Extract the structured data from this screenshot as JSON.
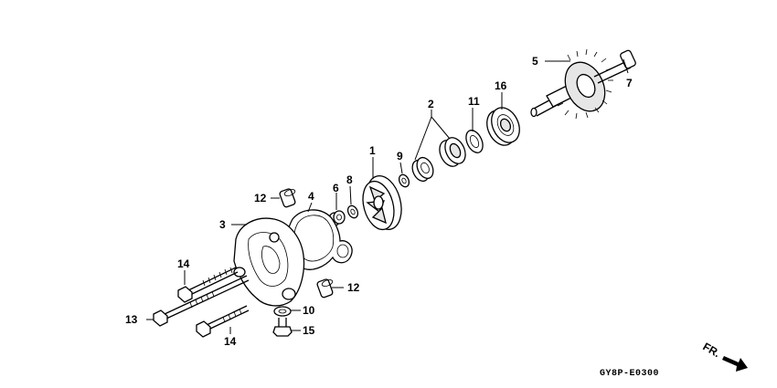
{
  "diagram": {
    "code": "GY8P-E0300",
    "direction_label": "FR.",
    "callouts": [
      {
        "id": "c1",
        "text": "1"
      },
      {
        "id": "c2",
        "text": "2"
      },
      {
        "id": "c3",
        "text": "3"
      },
      {
        "id": "c4",
        "text": "4"
      },
      {
        "id": "c5",
        "text": "5"
      },
      {
        "id": "c6",
        "text": "6"
      },
      {
        "id": "c7",
        "text": "7"
      },
      {
        "id": "c8",
        "text": "8"
      },
      {
        "id": "c9",
        "text": "9"
      },
      {
        "id": "c10",
        "text": "10"
      },
      {
        "id": "c11",
        "text": "11"
      },
      {
        "id": "c12a",
        "text": "12"
      },
      {
        "id": "c12b",
        "text": "12"
      },
      {
        "id": "c13",
        "text": "13"
      },
      {
        "id": "c14a",
        "text": "14"
      },
      {
        "id": "c14b",
        "text": "14"
      },
      {
        "id": "c15",
        "text": "15"
      },
      {
        "id": "c16",
        "text": "16"
      }
    ]
  }
}
